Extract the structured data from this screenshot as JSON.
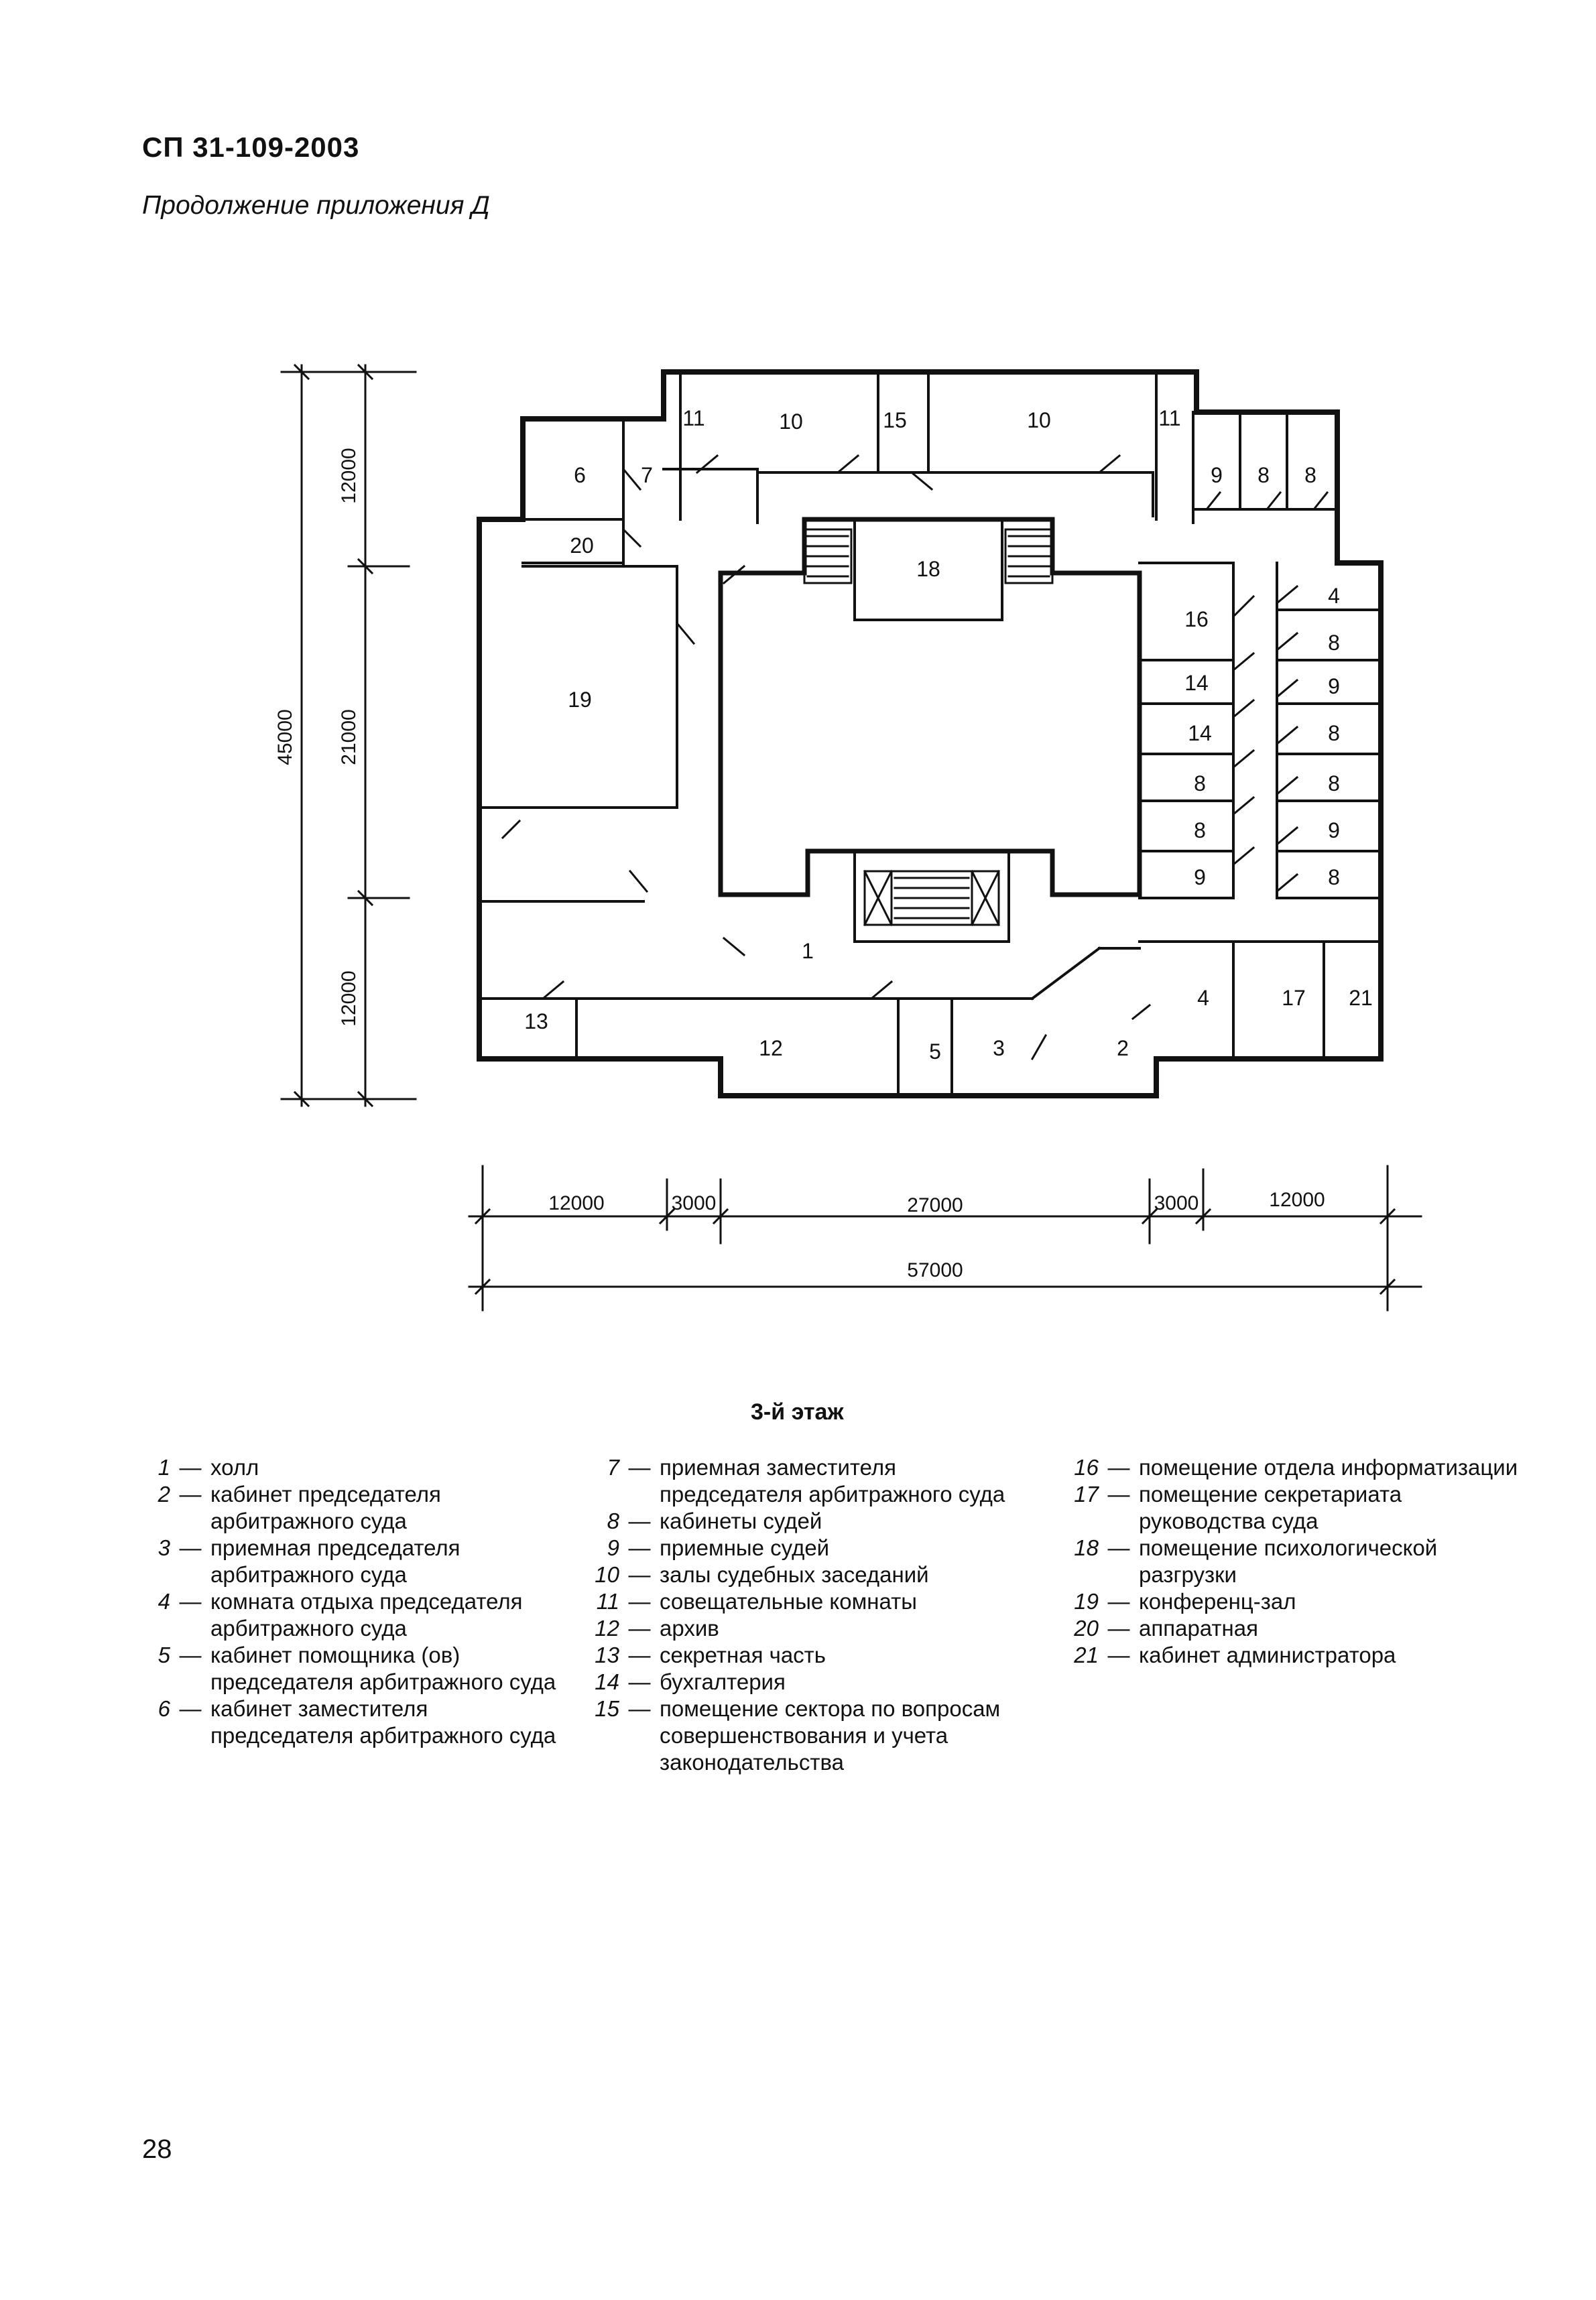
{
  "header": {
    "doc_code": "СП 31-109-2003",
    "subtitle": "Продолжение приложения Д"
  },
  "plan": {
    "dims_vertical": [
      "45000",
      "12000",
      "21000",
      "12000"
    ],
    "dims_horizontal": [
      "12000",
      "3000",
      "27000",
      "3000",
      "12000",
      "57000"
    ],
    "rooms": {
      "r1": "1",
      "r2": "2",
      "r3": "3",
      "r4a": "4",
      "r4b": "4",
      "r5": "5",
      "r6": "6",
      "r7": "7",
      "r8a": "8",
      "r8b": "8",
      "r8c": "8",
      "r8d": "8",
      "r8e": "8",
      "r8f": "8",
      "r8g": "8",
      "r8h": "8",
      "r9a": "9",
      "r9b": "9",
      "r9c": "9",
      "r9d": "9",
      "r10a": "10",
      "r10b": "10",
      "r11a": "11",
      "r11b": "11",
      "r12": "12",
      "r13": "13",
      "r14a": "14",
      "r14b": "14",
      "r15": "15",
      "r16": "16",
      "r17": "17",
      "r18": "18",
      "r19": "19",
      "r20": "20",
      "r21": "21"
    }
  },
  "floor_title": "3-й этаж",
  "legend": {
    "col1": [
      {
        "num": "1",
        "text": "холл"
      },
      {
        "num": "2",
        "text": "кабинет председателя арбитражного суда"
      },
      {
        "num": "3",
        "text": "приемная председателя арбитражного суда"
      },
      {
        "num": "4",
        "text": "комната отдыха председателя арбитражного суда"
      },
      {
        "num": "5",
        "text": "кабинет помощника (ов) председателя арбитражного суда"
      },
      {
        "num": "6",
        "text": "кабинет заместителя председателя арбитражного суда"
      }
    ],
    "col2": [
      {
        "num": "7",
        "text": "приемная заместителя председателя арбитражного суда"
      },
      {
        "num": "8",
        "text": "кабинеты судей"
      },
      {
        "num": "9",
        "text": "приемные судей"
      },
      {
        "num": "10",
        "text": "залы судебных заседаний"
      },
      {
        "num": "11",
        "text": "совещательные комнаты"
      },
      {
        "num": "12",
        "text": "архив"
      },
      {
        "num": "13",
        "text": "секретная часть"
      },
      {
        "num": "14",
        "text": "бухгалтерия"
      },
      {
        "num": "15",
        "text": "помещение сектора по вопросам совершенствования и учета законодательства"
      }
    ],
    "col3": [
      {
        "num": "16",
        "text": "помещение отдела информатизации"
      },
      {
        "num": "17",
        "text": "помещение секретариата руководства суда"
      },
      {
        "num": "18",
        "text": "помещение психологической разгрузки"
      },
      {
        "num": "19",
        "text": "конференц-зал"
      },
      {
        "num": "20",
        "text": "аппаратная"
      },
      {
        "num": "21",
        "text": "кабинет администратора"
      }
    ]
  },
  "page_number": "28"
}
